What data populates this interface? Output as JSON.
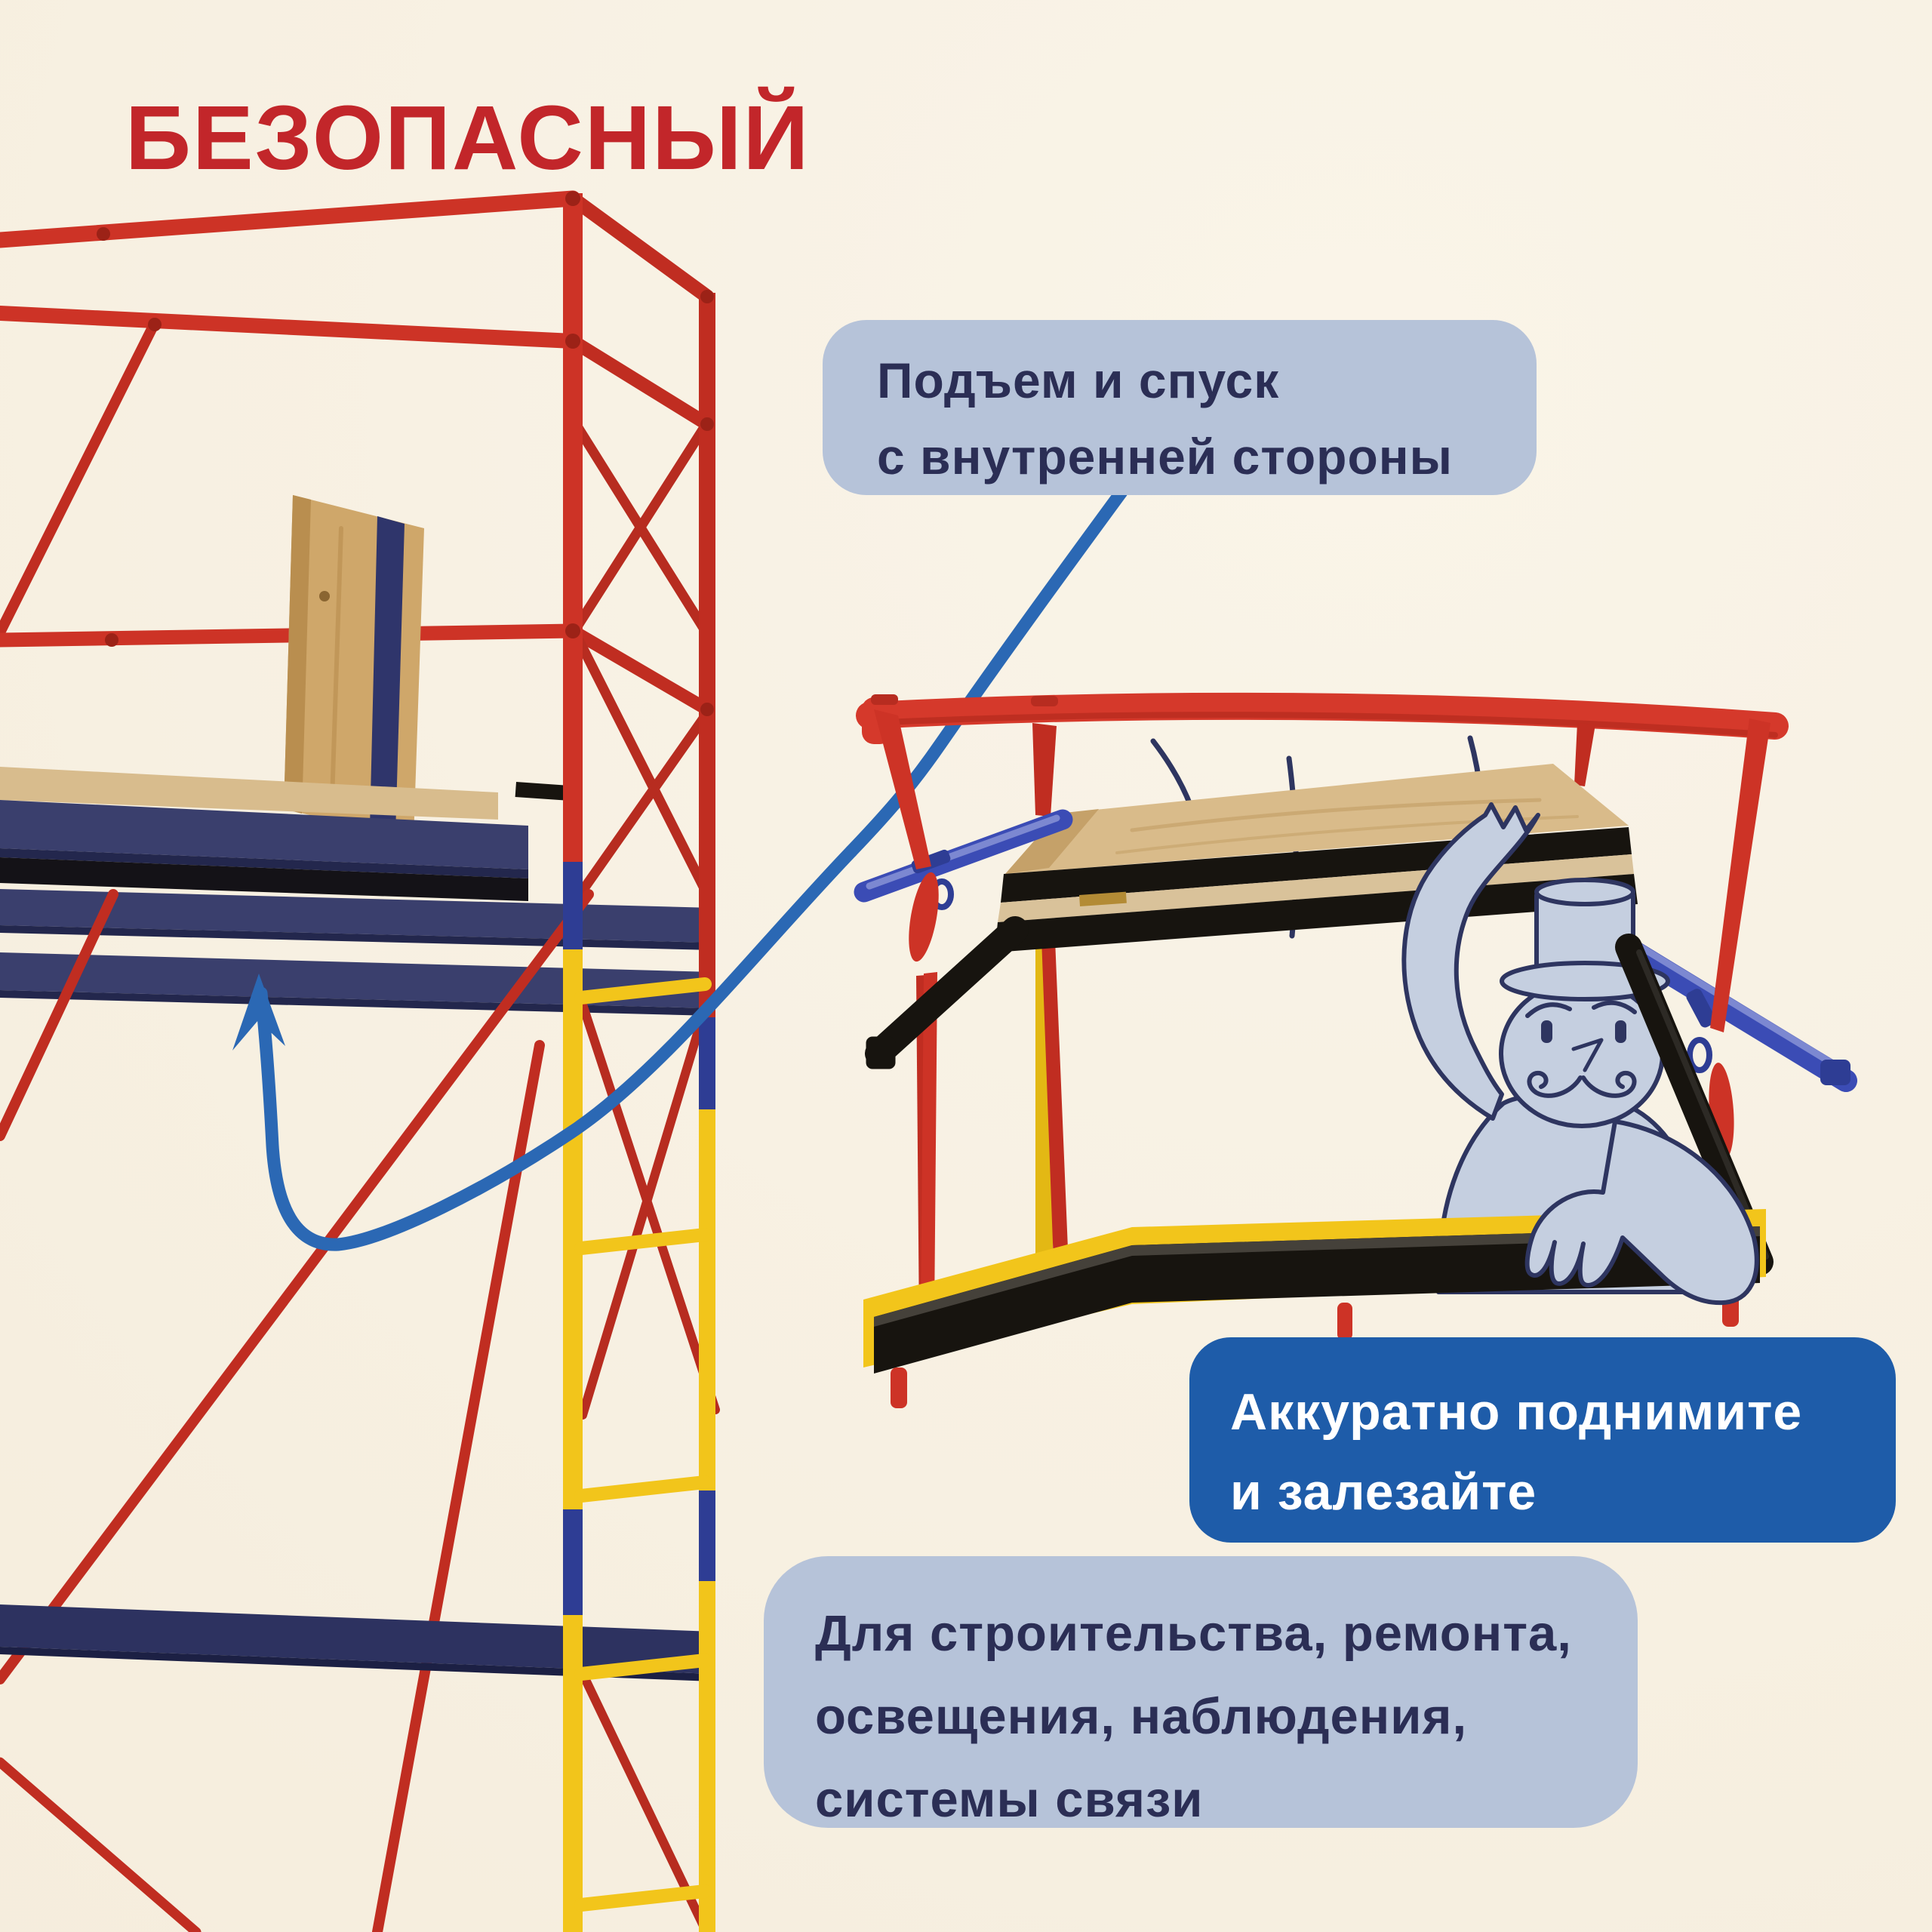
{
  "title": {
    "text": "БЕЗОПАСНЫЙ",
    "color": "#c2262a"
  },
  "callouts": {
    "inner_side": {
      "line1": "Подъем и спуск",
      "line2": "с внутренней стороны",
      "bg": "#b6c3d9",
      "text_color": "#2b2e55"
    },
    "climb": {
      "line1": "Аккуратно поднимите",
      "line2": "и залезайте",
      "bg": "#1e5ca9",
      "text_color": "#ffffff"
    },
    "uses": {
      "line1": "Для строительства, ремонта,",
      "line2": "освещения, наблюдения,",
      "line3": "системы связи",
      "bg": "#b6c3d9",
      "text_color": "#2b2e55"
    }
  },
  "illustration": {
    "scaffold_photo": "scaffold-tower-cutout-photo",
    "platform_photo": "platform-closeup-cutout-photo",
    "mascot": "top-hat-mustache-character",
    "connector": "curved-arrow-pointing-at-platform",
    "colors": {
      "background": "#f7f0e2",
      "tube_red": "#cd3326",
      "beam_navy": "#3a3f6d",
      "frame_black": "#17140f",
      "post_yellow": "#f2c51b",
      "joint_blue": "#2e3d94",
      "rail_blue": "#3b4cb5",
      "plywood_tan": "#d3b080",
      "arrow_blue": "#2b68b4",
      "mascot_fill": "#c5cfe0",
      "mascot_line": "#2e3560"
    }
  }
}
